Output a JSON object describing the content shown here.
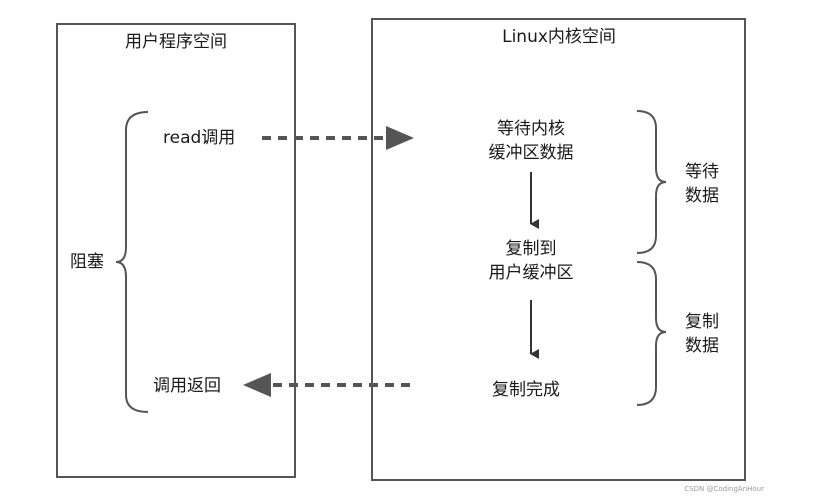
{
  "left_panel": {
    "title": "用户程序空间",
    "read_call": "read调用",
    "blocked": "阻塞",
    "call_return": "调用返回"
  },
  "right_panel": {
    "title": "Linux内核空间",
    "step_wait_line1": "等待内核",
    "step_wait_line2": "缓冲区数据",
    "step_copy_line1": "复制到",
    "step_copy_line2": "用户缓冲区",
    "step_done": "复制完成"
  },
  "phases": {
    "wait_line1": "等待",
    "wait_line2": "数据",
    "copy_line1": "复制",
    "copy_line2": "数据"
  },
  "watermark": "CSDN @CodingAnHour"
}
